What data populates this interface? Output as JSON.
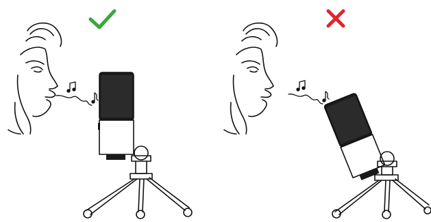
{
  "panels": [
    {
      "id": "correct",
      "verdict": "correct",
      "verdict_color": "#3aa83a",
      "verdict_icon": "checkmark-icon",
      "mic_tilt": "upright"
    },
    {
      "id": "incorrect",
      "verdict": "incorrect",
      "verdict_color": "#e0262b",
      "verdict_icon": "cross-icon",
      "mic_tilt": "tilted"
    }
  ],
  "icons": [
    "face-profile-icon",
    "music-notes-icon",
    "microphone-icon",
    "tripod-stand-icon"
  ]
}
